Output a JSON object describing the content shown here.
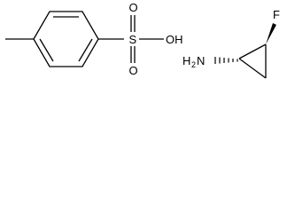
{
  "molecule_1": {
    "atoms": {
      "sulfur": "S",
      "oxygen_top": "O",
      "oxygen_bottom": "O",
      "hydroxyl": "OH"
    }
  },
  "molecule_2": {
    "atoms": {
      "fluorine": "F",
      "amine_main": "H",
      "amine_sub": "2",
      "amine_n": "N"
    }
  },
  "colors": {
    "bond": "#000000",
    "background": "#ffffff"
  }
}
